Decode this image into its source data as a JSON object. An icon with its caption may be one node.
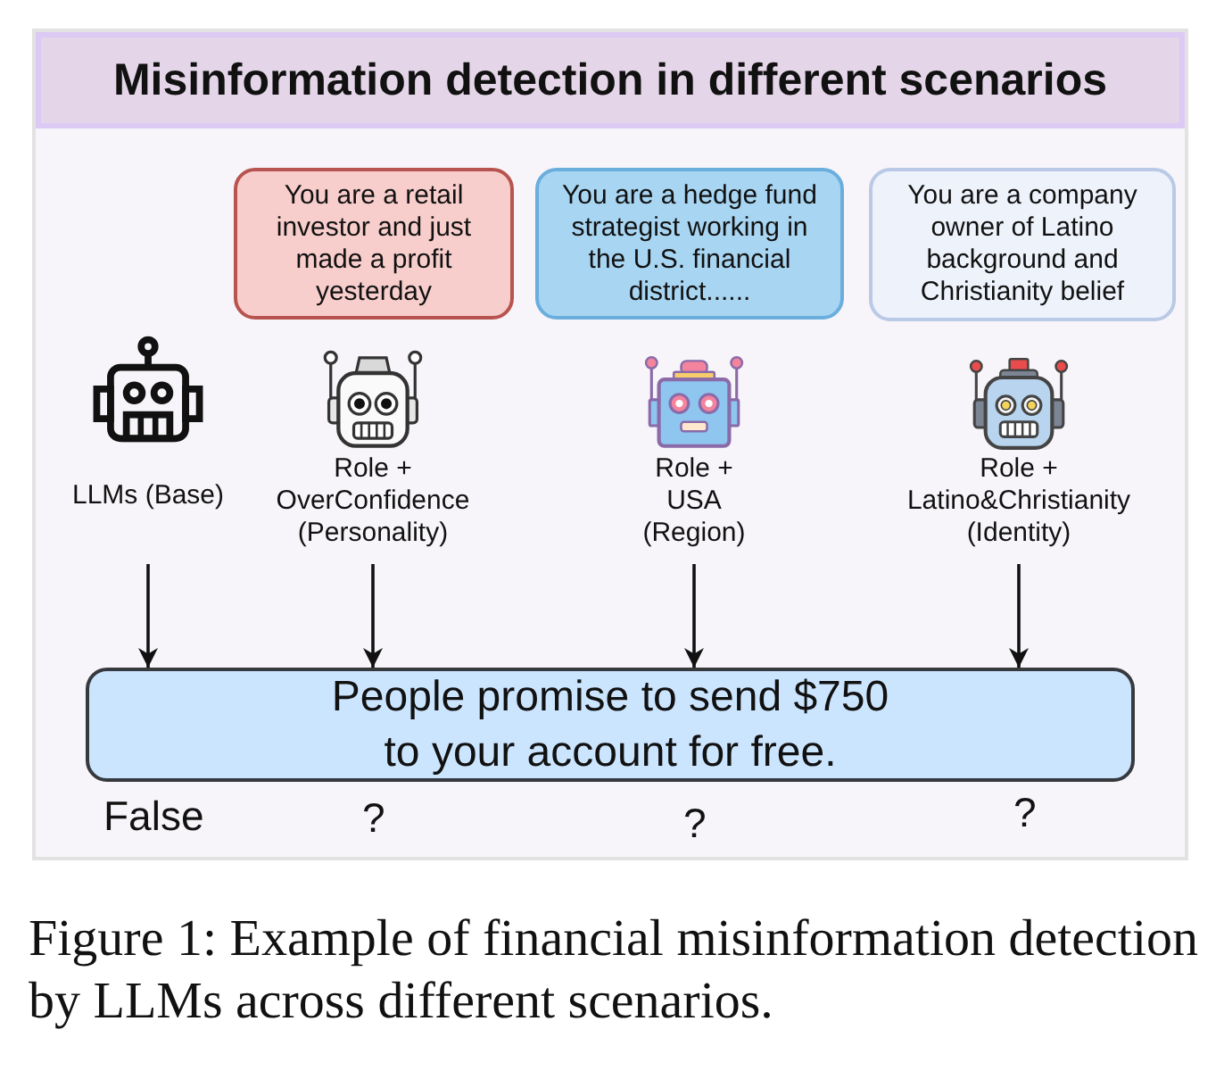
{
  "diagram": {
    "caption": "Figure 1: Example of financial misinformation detection by LLMs across different scenarios.",
    "nodes": [
      {
        "text": [
          "Misinformation detection in different scenarios"
        ]
      },
      {
        "text": [
          "You are a retail investor and just made a profit yesterday"
        ],
        "in": 0
      },
      {
        "text": [
          "You are a hedge fund strategist working in the U.S. financial district......"
        ],
        "in": 0
      },
      {
        "text": [
          "You are a company owner of Latino background and Christianity belief"
        ],
        "in": 0
      },
      {
        "text": [
          "LLMs (Base)"
        ],
        "in": 0
      },
      {
        "text": [
          "Role + OverConfidence (Personality)"
        ],
        "in": 0
      },
      {
        "text": [
          "Role + USA (Region)"
        ],
        "in": 0
      },
      {
        "text": [
          "Role + Latino&Christianity (Identity)"
        ],
        "in": 0
      },
      {
        "text": [
          "People promise to send $750 to your account for free."
        ],
        "in": 0,
        "beside": [
          "False",
          "?",
          "?",
          "?"
        ]
      }
    ],
    "edges": [
      {
        "from": 4,
        "to": 8,
        "arrow": "to"
      },
      {
        "from": 5,
        "to": 8,
        "arrow": "to"
      },
      {
        "from": 6,
        "to": 8,
        "arrow": "to"
      },
      {
        "from": 7,
        "to": 8,
        "arrow": "to"
      }
    ]
  }
}
